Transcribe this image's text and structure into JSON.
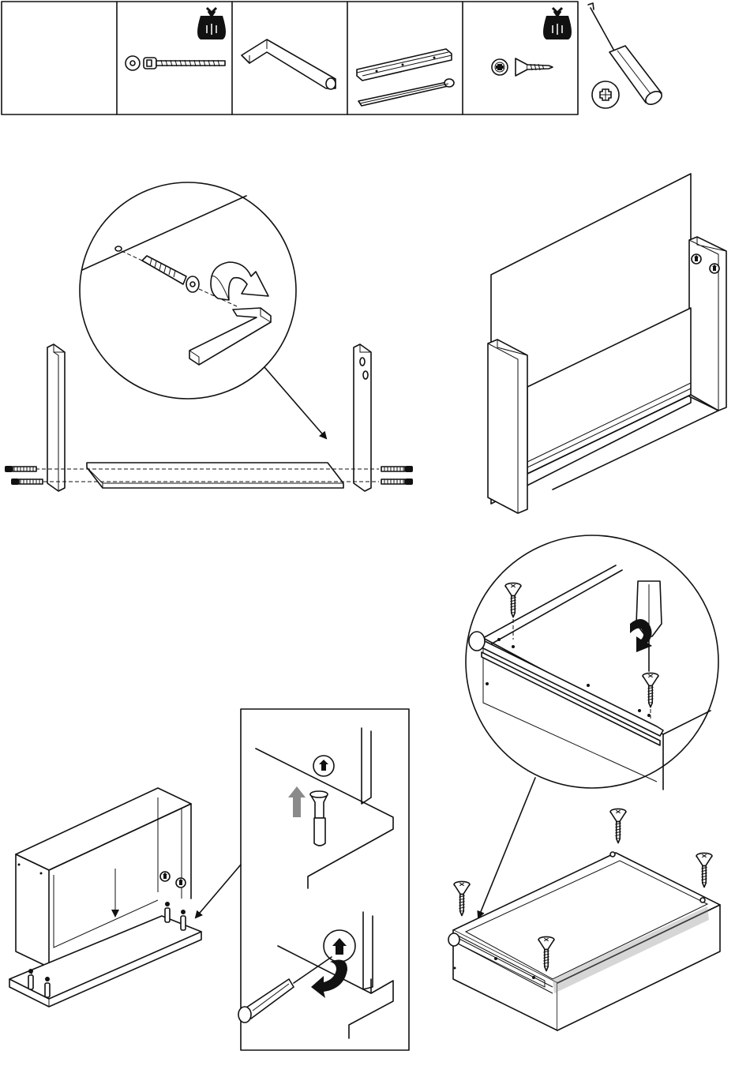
{
  "diagram": {
    "kind": "assembly-instructions",
    "colors": {
      "line": "#111111",
      "background": "#ffffff",
      "arrow_gray": "#8a8a8a"
    },
    "parts_strip": {
      "cells": [
        {
          "id": "empty",
          "icon": ""
        },
        {
          "id": "cam-bolt",
          "icon": "cam-bolt-with-bag-icon",
          "has_bag": true
        },
        {
          "id": "allen-key",
          "icon": "allen-key-icon",
          "has_bag": false
        },
        {
          "id": "drawer-runners",
          "icon": "drawer-runners-icon",
          "has_bag": false
        },
        {
          "id": "screw",
          "icon": "phillips-screw-with-bag-icon",
          "has_bag": true
        }
      ],
      "tool": {
        "icon": "phillips-screwdriver-icon"
      }
    },
    "steps": [
      {
        "id": "step-1",
        "icons": [
          "allen-key-icon",
          "cam-bolt-icon",
          "rotate-arrow-icon"
        ]
      },
      {
        "id": "step-2",
        "icons": [
          "drawer-box-icon",
          "cam-lock-icon"
        ]
      },
      {
        "id": "step-3",
        "icons": [
          "drawer-bottom-icon",
          "cam-lock-icon",
          "screwdriver-icon"
        ]
      },
      {
        "id": "step-4",
        "icons": [
          "runner-icon",
          "screw-icon",
          "screwdriver-icon"
        ]
      }
    ]
  }
}
